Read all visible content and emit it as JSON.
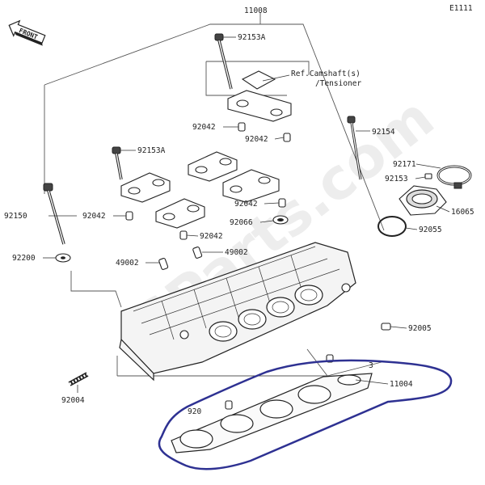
{
  "diagram_code": "E1111",
  "front_label": "FRONT",
  "watermark_text": "SParts.com",
  "highlight_color": "#2e3192",
  "ref_note": {
    "line1": "Ref.Camshaft(s)",
    "line2": "/Tensioner"
  },
  "labels": {
    "p11008": "11008",
    "p92153a_top": "92153A",
    "p92153a_left": "92153A",
    "p92042_a": "92042",
    "p92042_b": "92042",
    "p92042_c": "92042",
    "p92042_d": "92042",
    "p92042_e": "92042",
    "p92154": "92154",
    "p92171": "92171",
    "p92153": "92153",
    "p92150": "92150",
    "p16065": "16065",
    "p92066": "92066",
    "p92055": "92055",
    "p92200": "92200",
    "p49002_a": "49002",
    "p49002_b": "49002",
    "p92005": "92005",
    "p11004": "11004",
    "p92004": "92004",
    "p920_partial": "920",
    "p3_partial": "3"
  }
}
